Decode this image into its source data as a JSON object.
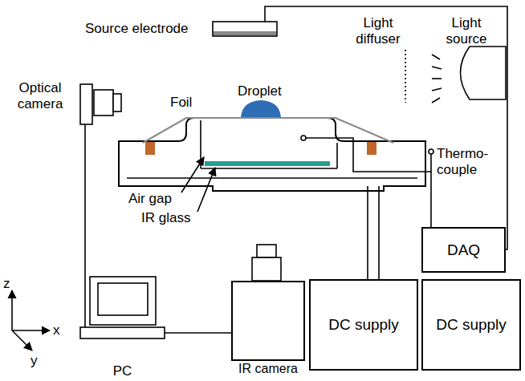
{
  "diagram": {
    "nodes": [
      {
        "text": [
          "PC"
        ]
      },
      {
        "text": [
          "IR camera"
        ]
      },
      {
        "text": [
          "DC supply"
        ]
      },
      {
        "text": [
          "DAQ"
        ]
      },
      {
        "text": [
          "DC supply"
        ]
      }
    ],
    "edges": [
      {
        "from": 0,
        "to": 1,
        "arrow": "none"
      }
    ],
    "labels": [
      "Source electrode",
      "Light diffuser",
      "Light source",
      "Optical camera",
      "Foil",
      "Droplet",
      "Thermo- couple",
      "Air gap",
      "IR glass",
      "z",
      "x",
      "y"
    ]
  }
}
